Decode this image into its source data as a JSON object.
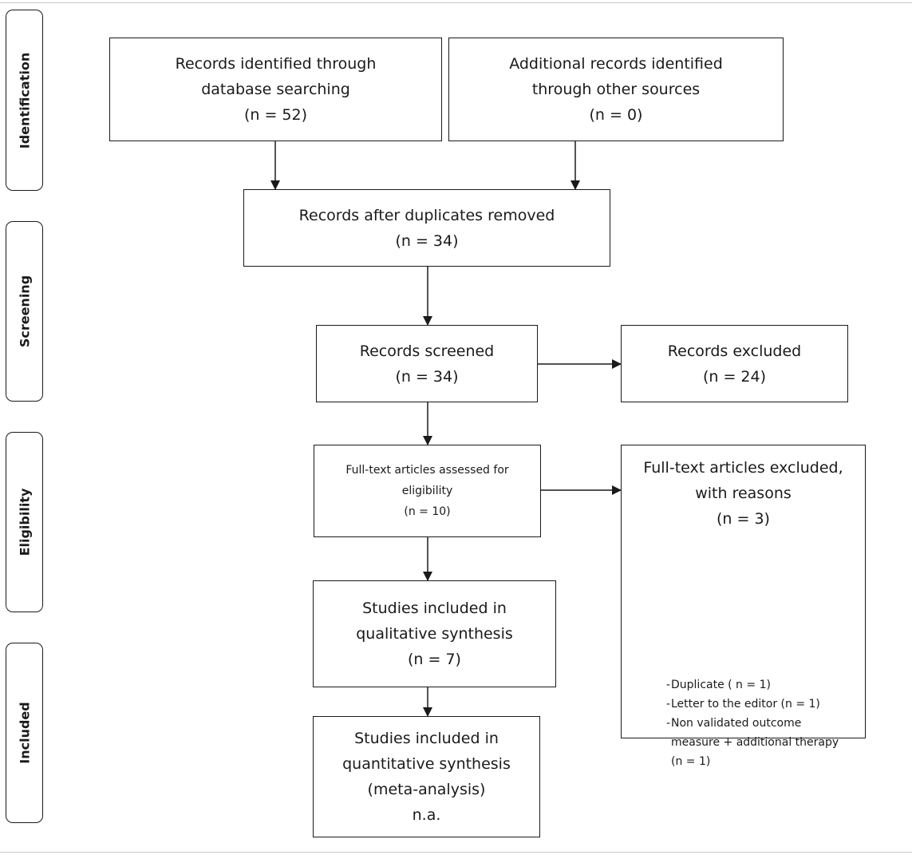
{
  "stages": {
    "identification": "Identification",
    "screening": "Screening",
    "eligibility": "Eligibility",
    "included": "Included"
  },
  "boxes": {
    "database_search": {
      "line1": "Records identified through",
      "line2": "database searching",
      "count": "(n = 52)"
    },
    "other_sources": {
      "line1": "Additional records identified",
      "line2": "through other sources",
      "count": "(n = 0)"
    },
    "duplicates_removed": {
      "line1": "Records after duplicates removed",
      "count": "(n = 34)"
    },
    "screened": {
      "line1": "Records screened",
      "count": "(n = 34)"
    },
    "excluded": {
      "line1": "Records excluded",
      "count": "(n = 24)"
    },
    "full_text_assessed": {
      "line1": "Full-text articles assessed for",
      "line2": "eligibility",
      "count": "(n = 10)"
    },
    "full_text_excluded": {
      "line1": "Full-text articles excluded,",
      "line2": "with reasons",
      "count": "(n = 3)",
      "reasons": [
        "Duplicate ( n = 1)",
        "Letter to the editor (n = 1)",
        "Non validated outcome measure + additional therapy (n = 1)"
      ]
    },
    "qualitative": {
      "line1": "Studies included in",
      "line2": "qualitative synthesis",
      "count": "(n = 7)"
    },
    "quantitative": {
      "line1": "Studies included in",
      "line2": "quantitative synthesis",
      "line3": "(meta-analysis)",
      "count": "n.a."
    }
  }
}
